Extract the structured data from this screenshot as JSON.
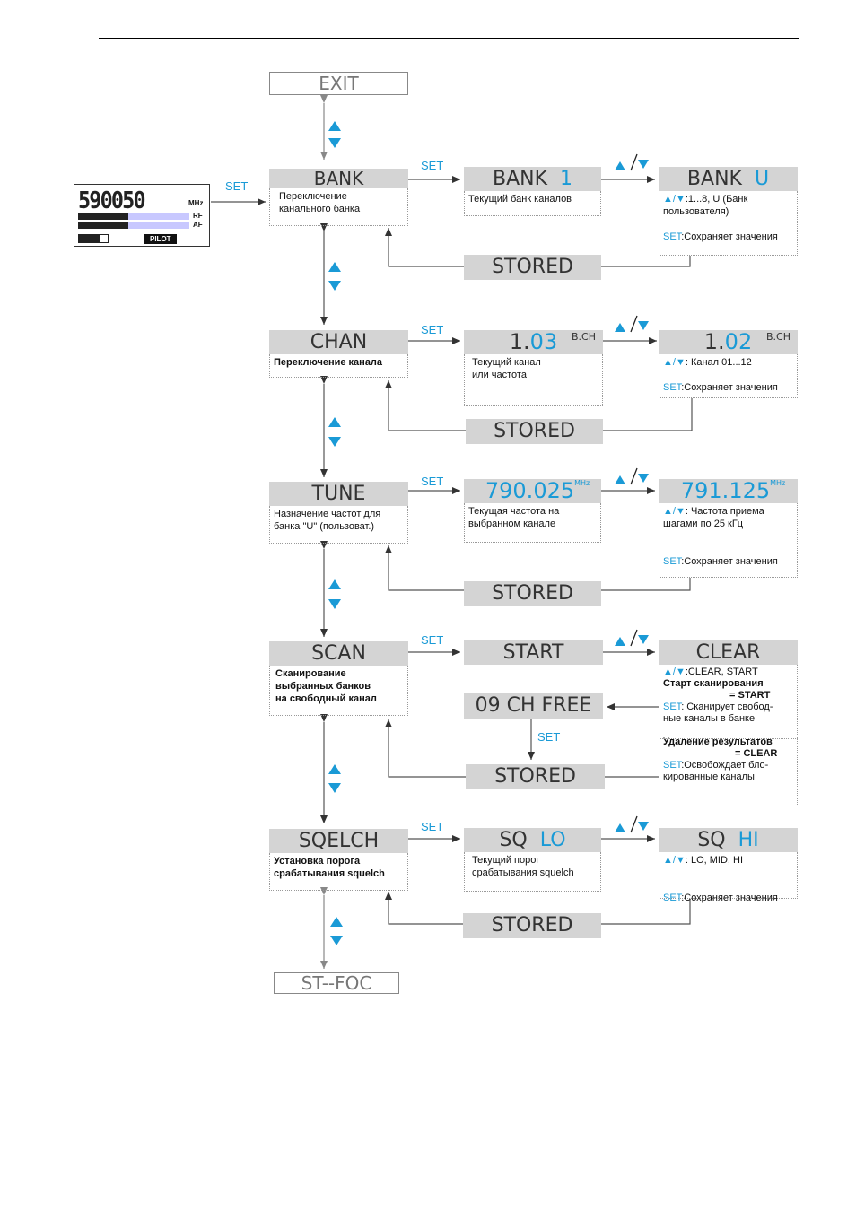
{
  "lcd": {
    "digits": "590050",
    "unit": "MHz",
    "rf_label": "RF",
    "af_label": "AF",
    "rf_level": 0.45,
    "af_level": 0.45,
    "pilot_label": "PILOT"
  },
  "set_label": "SET",
  "stored_label": "STORED",
  "menu": {
    "exit": "EXIT",
    "bank": {
      "title": "BANK",
      "desc": "Переключение\nканального банка"
    },
    "chan": {
      "title": "CHAN",
      "desc": "Переключение канала"
    },
    "tune": {
      "title": "TUNE",
      "desc": "Назначение частот для\nбанка \"U\" (пользоват.)"
    },
    "scan": {
      "title": "SCAN",
      "desc": "Сканирование\nвыбранных банков\nна свободный канал"
    },
    "sqelch": {
      "title": "SQELCH",
      "desc": "Установка порога\nсрабатывания squelch"
    },
    "stfoc": "ST--FOC"
  },
  "bank_current": {
    "label": "BANK",
    "value": "1",
    "desc": "Текущий банк каналов"
  },
  "bank_edit": {
    "label": "BANK",
    "value": "U",
    "range": ":1...8, U (Банк\n     пользователя)",
    "set_prefix": "SET",
    "set_text": ":Сохраняет значения"
  },
  "chan_current": {
    "prefix": "1.",
    "value": "03",
    "bch": "B.CH",
    "desc": "Текущий канал\nили частота"
  },
  "chan_edit": {
    "prefix": "1.",
    "value": "02",
    "bch": "B.CH",
    "range": ":   Канал   01...12",
    "set_prefix": "SET",
    "set_text": ":Сохраняет значения"
  },
  "tune_current": {
    "value": "790.025",
    "unit": "MHz",
    "desc": "Текущая частота на\nвыбранном канале"
  },
  "tune_edit": {
    "value": "791.125",
    "unit": "MHz",
    "range": ": Частота приема",
    "range2": "шагами по 25 кГц",
    "set_prefix": "SET",
    "set_text": ":Сохраняет значения"
  },
  "scan_start": "START",
  "scan_clear": {
    "title": "CLEAR",
    "range": ":CLEAR, START",
    "start_title": "Старт сканирования",
    "start_eq": "= START",
    "set_prefix": "SET",
    "start_desc": ": Сканирует свобод-\nные каналы в банке",
    "clear_title": "Удаление результатов",
    "clear_eq": "= CLEAR",
    "clear_desc": ":Освобождает бло-\nкированные каналы"
  },
  "scan_free": "09 CH FREE",
  "sq_current": {
    "label": "SQ",
    "value": "LO",
    "desc": "Текущий порог\nсрабатывания squelch"
  },
  "sq_edit": {
    "label": "SQ",
    "value": "HI",
    "range": ": LO, MID, HI",
    "set_prefix": "SET",
    "set_text": ":Сохраняет значения"
  },
  "colors": {
    "accent": "#1a9ad6",
    "header_bg": "#d4d4d4",
    "line": "#555555"
  }
}
